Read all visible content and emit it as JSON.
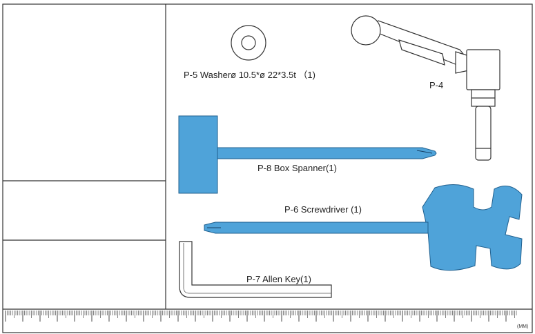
{
  "parts": {
    "p5_label": "P-5 Washerø 10.5*ø 22*3.5t （1)",
    "p4_label": "P-4",
    "p8_label": "P-8 Box Spanner(1)",
    "p6_label": "P-6 Screwdriver (1)",
    "p7_label": "P-7 Allen Key(1)"
  },
  "ruler": {
    "unit_label": "(MM)"
  },
  "colors": {
    "tool_fill": "#4fa3d9",
    "tool_stroke": "#1f5f8e",
    "outline": "#333333"
  }
}
